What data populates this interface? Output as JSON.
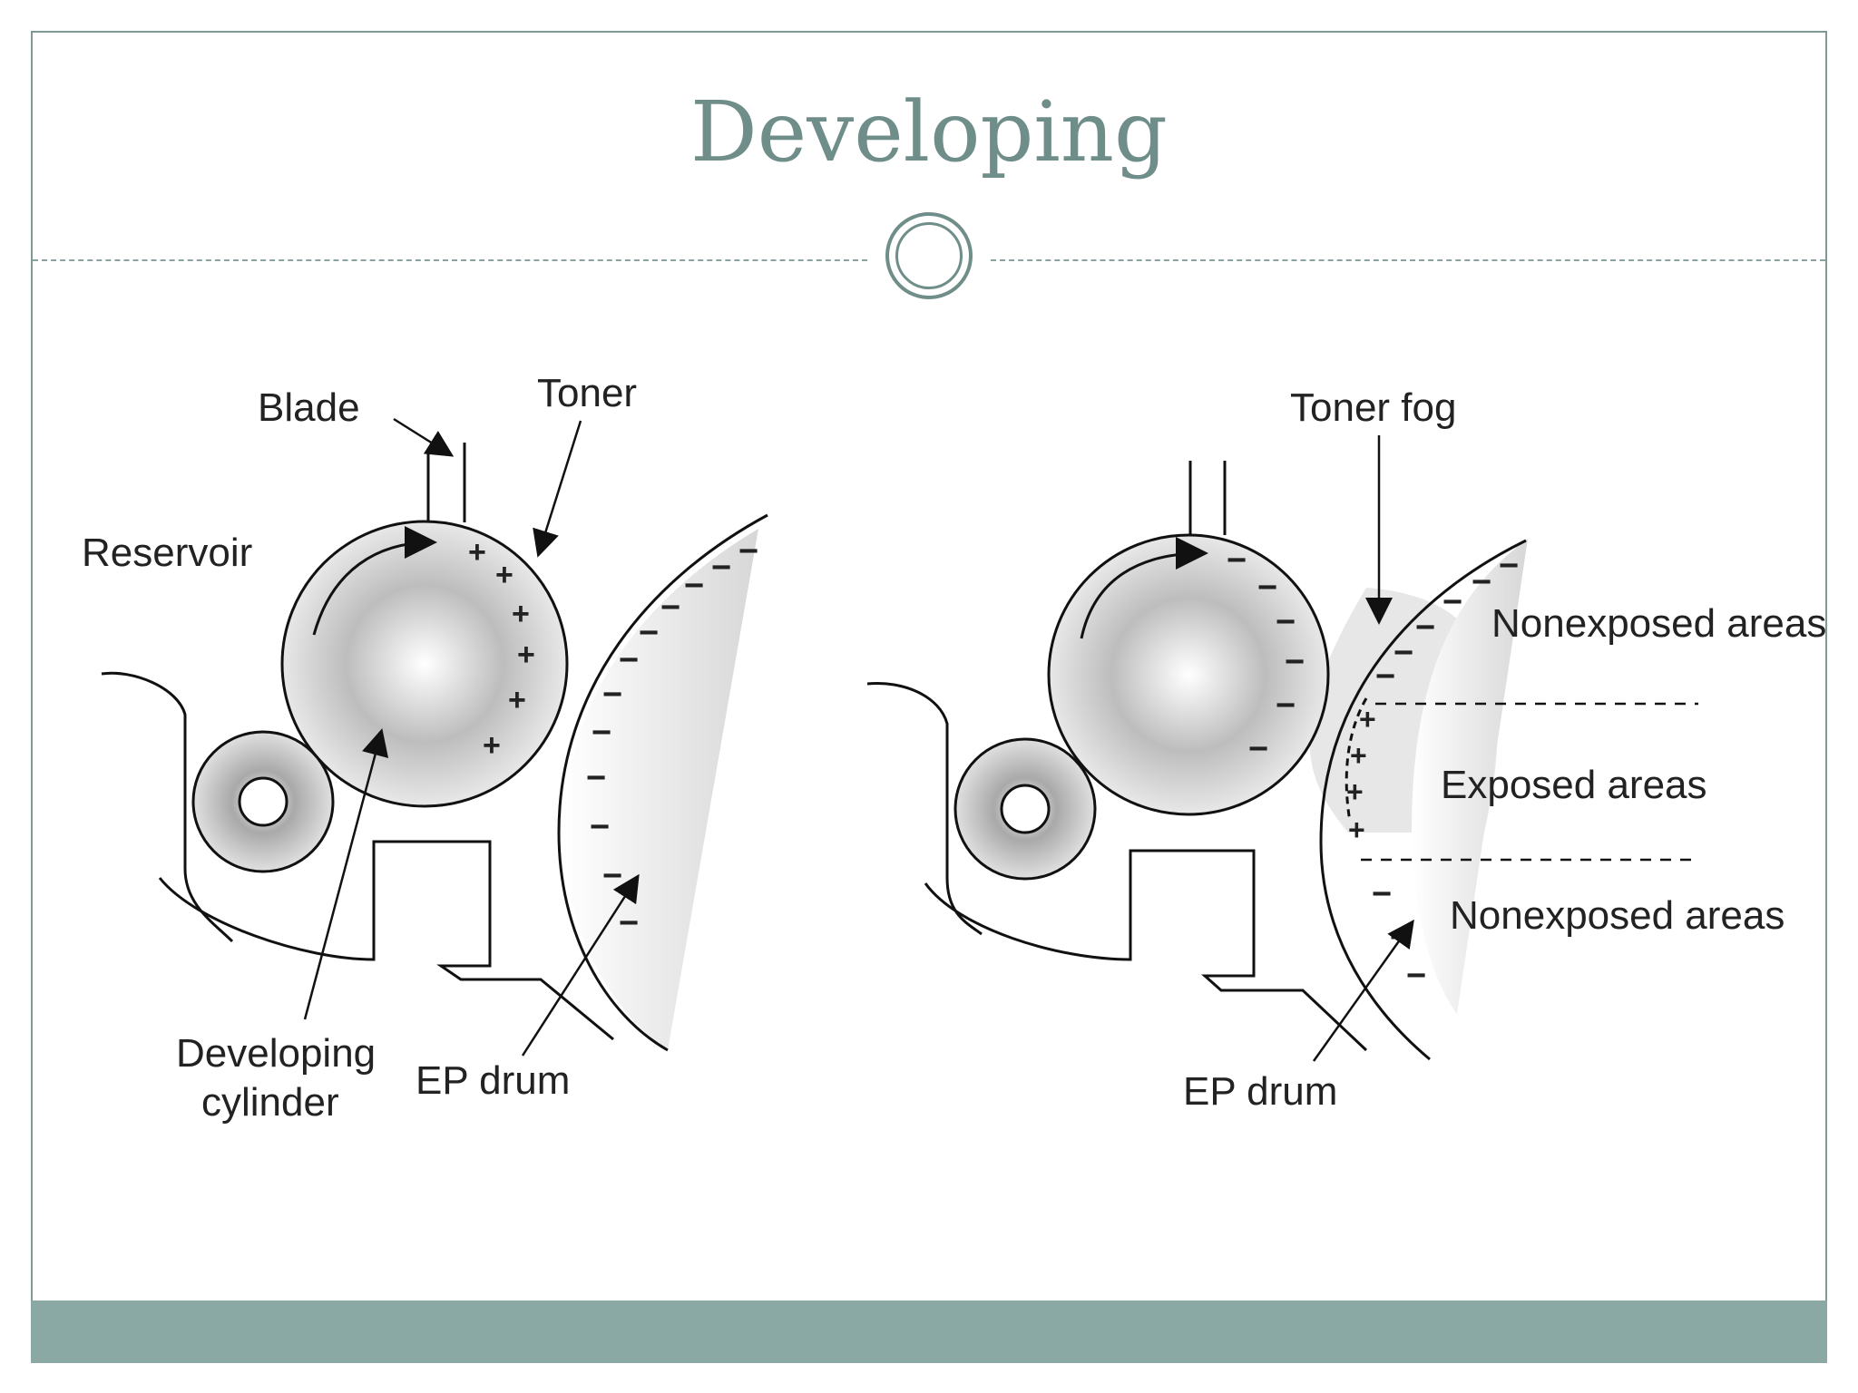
{
  "slide": {
    "title": "Developing"
  },
  "left_diagram": {
    "labels": {
      "blade": "Blade",
      "toner": "Toner",
      "reservoir": "Reservoir",
      "developing_cylinder_1": "Developing",
      "developing_cylinder_2": "cylinder",
      "ep_drum": "EP drum"
    },
    "cylinder_charge": "+",
    "drum_charge": "−"
  },
  "right_diagram": {
    "labels": {
      "toner_fog": "Toner fog",
      "nonexposed_top": "Nonexposed areas",
      "exposed": "Exposed areas",
      "nonexposed_bottom": "Nonexposed areas",
      "ep_drum": "EP drum"
    },
    "cylinder_charge": "−",
    "exposed_charge": "+",
    "drum_charge": "−"
  },
  "colors": {
    "accent": "#6f8d89",
    "footer": "#8aa9a5"
  }
}
